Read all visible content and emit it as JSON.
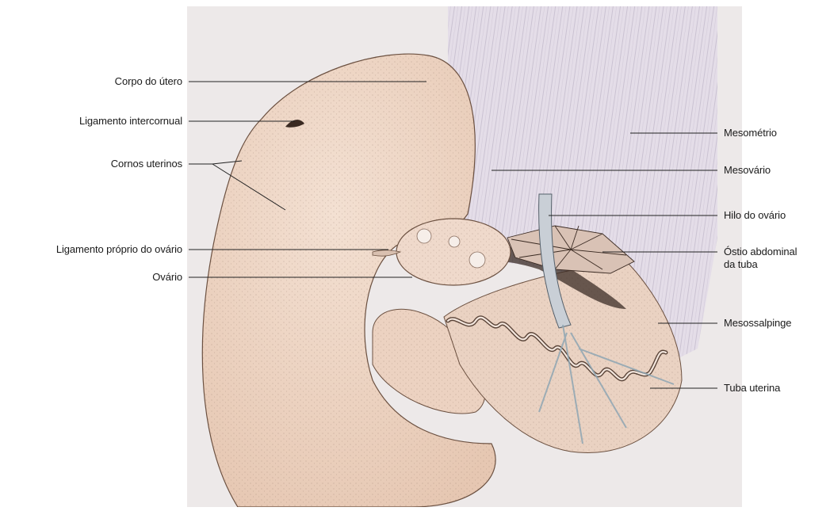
{
  "labels_left": {
    "corpo_utero": "Corpo do útero",
    "ligamento_intercornual": "Ligamento intercornual",
    "cornos_uterinos": "Cornos uterinos",
    "ligamento_proprio": "Ligamento próprio do ovário",
    "ovario": "Ovário"
  },
  "labels_right": {
    "mesometrio": "Mesométrio",
    "mesovario": "Mesovário",
    "hilo_ovario": "Hilo do ovário",
    "ostio_l1": "Óstio abdominal",
    "ostio_l2": "da tuba",
    "mesossalpinge": "Mesossalpinge",
    "tuba_uterina": "Tuba uterina"
  },
  "colors": {
    "background": "#ffffff",
    "panel": "#ede9e9",
    "uterus_fill": "#efd6c6",
    "mesometrium_fill": "#e4dde8",
    "ovary_fill": "#efd9cb",
    "leader_line": "#222222"
  }
}
